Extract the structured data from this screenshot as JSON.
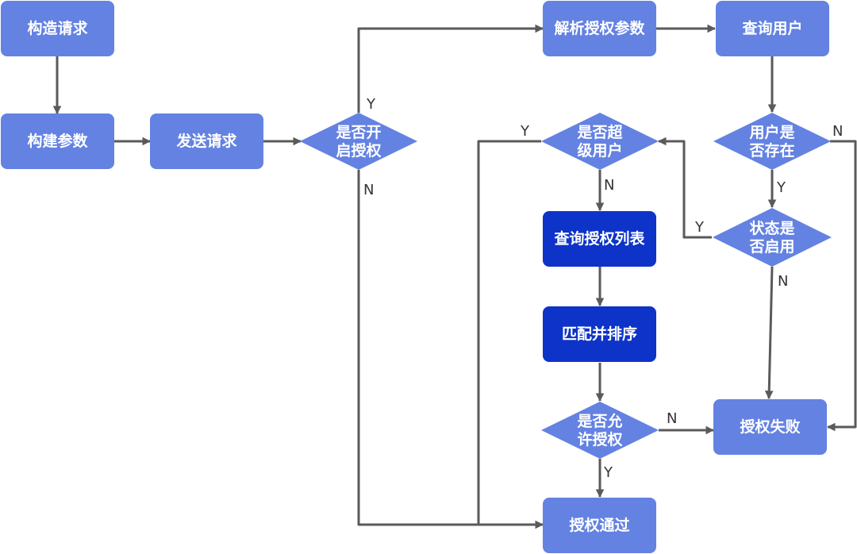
{
  "colors": {
    "process": "#6382e2",
    "highlight": "#0d33c8",
    "decision": "#6382e2",
    "edge": "#5a5a5a",
    "text": "#ffffff",
    "label": "#333333"
  },
  "nodes": {
    "build_request": {
      "label": "构造请求"
    },
    "build_params": {
      "label": "构建参数"
    },
    "send_request": {
      "label": "发送请求"
    },
    "auth_enabled": {
      "lines": [
        "是否开",
        "启授权"
      ]
    },
    "parse_params": {
      "label": "解析授权参数"
    },
    "query_user": {
      "label": "查询用户"
    },
    "user_exists": {
      "lines": [
        "用户是",
        "否存在"
      ]
    },
    "is_super": {
      "lines": [
        "是否超",
        "级用户"
      ]
    },
    "status_enabled": {
      "lines": [
        "状态是",
        "否启用"
      ]
    },
    "query_auth_list": {
      "label": "查询授权列表"
    },
    "match_sort": {
      "label": "匹配并排序"
    },
    "allow_auth": {
      "lines": [
        "是否允",
        "许授权"
      ]
    },
    "auth_fail": {
      "label": "授权失败"
    },
    "auth_pass": {
      "label": "授权通过"
    }
  },
  "edge_labels": {
    "auth_enabled_yes": "Y",
    "auth_enabled_no": "N",
    "super_yes": "Y",
    "super_no": "N",
    "user_exists_no": "N",
    "user_exists_yes": "Y",
    "status_yes": "Y",
    "status_no": "N",
    "allow_no": "N",
    "allow_yes": "Y"
  }
}
